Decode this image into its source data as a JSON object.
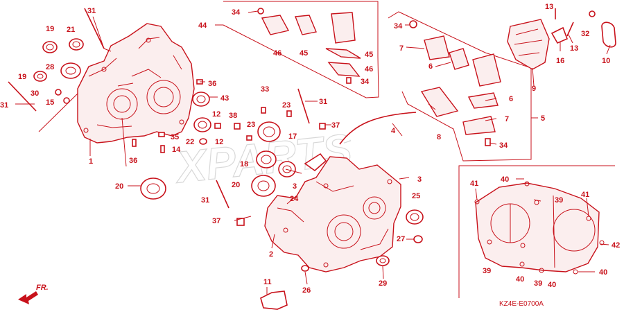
{
  "diagram_code": "KZ4E-E0700A",
  "direction_label": "FR.",
  "watermark": "XPARTS",
  "colors": {
    "line": "#c8121b",
    "background": "#ffffff",
    "watermark": "#c8c8c8"
  },
  "callouts": [
    "1",
    "2",
    "3",
    "3",
    "4",
    "5",
    "6",
    "6",
    "7",
    "7",
    "8",
    "9",
    "10",
    "11",
    "12",
    "12",
    "13",
    "13",
    "14",
    "15",
    "16",
    "17",
    "18",
    "19",
    "19",
    "20",
    "20",
    "21",
    "22",
    "23",
    "23",
    "24",
    "25",
    "26",
    "27",
    "28",
    "29",
    "30",
    "31",
    "31",
    "31",
    "31",
    "32",
    "33",
    "34",
    "34",
    "34",
    "34",
    "35",
    "36",
    "36",
    "37",
    "37",
    "38",
    "39",
    "39",
    "39",
    "40",
    "40",
    "40",
    "40",
    "40",
    "41",
    "41",
    "42",
    "43",
    "44",
    "45",
    "45",
    "46",
    "46"
  ]
}
